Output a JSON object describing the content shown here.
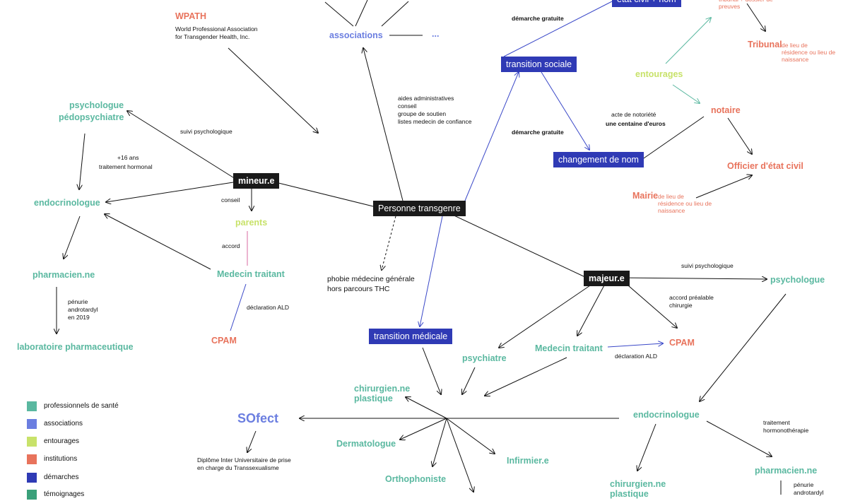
{
  "top": {
    "wpath_title": "WPATH",
    "wpath_desc": "World Professional Association\nfor Transgender Health, Inc.",
    "associations": "associations",
    "dots": "...",
    "etat_civil": "état civil + nom",
    "demarche_gratuite_top": "démarche gratuite"
  },
  "center": {
    "personne": "Personne transgenre",
    "aides": "aides administratives\nconseil\ngroupe de soutien\nlistes medecin de confiance",
    "phobie": "phobie médecine générale\nhors parcours THC"
  },
  "social": {
    "transition_sociale": "transition sociale",
    "demarche_gratuite": "démarche gratuite",
    "changement_nom": "changement de nom",
    "acte": "acte de notoriété",
    "centaine": "une centaine d'euros",
    "entourages": "entourages",
    "notaire": "notaire",
    "officier": "Officier d'état civil",
    "mairie": "Mairie",
    "mairie_detail": "de lieu de\nrésidence ou lieu de\nnaissance",
    "tribunal": "Tribunal",
    "tribunal_detail": "de lieu de\nrésidence ou lieu de\nnaissance",
    "tribunal_top": "tribunal + dossier de\npreuves"
  },
  "mineur": {
    "label": "mineur.e",
    "psychologue": "psychologue",
    "pedopsy": "pédopsychiatre",
    "suivi": "suivi psychologique",
    "seize": "+16 ans",
    "traitement": "traitement hormonal",
    "endocrinologue": "endocrinologue",
    "conseil": "conseil",
    "parents": "parents",
    "accord": "accord",
    "medecin": "Medecin traitant",
    "pharmacien": "pharmacien.ne",
    "penurie": "pénurie\nandrotardyl\nen 2019",
    "labo": "laboratoire pharmaceutique",
    "cpam": "CPAM",
    "declaration": "déclaration ALD"
  },
  "majeur": {
    "label": "majeur.e",
    "suivi": "suivi psychologique",
    "psychologue": "psychologue",
    "accord": "accord préalable\nchirurgie",
    "psychiatre": "psychiatre",
    "medecin": "Medecin traitant",
    "cpam": "CPAM",
    "declaration": "déclaration ALD",
    "endocrinologue": "endocrinologue",
    "traitement": "traitement\nhormonothérapie",
    "pharmacien": "pharmacien.ne",
    "penurie": "pénurie\nandrotardyl",
    "chirurgien": "chirurgien.ne\nplastique"
  },
  "medical": {
    "transition": "transition médicale",
    "chirurgien": "chirurgien.ne\nplastique",
    "sofect": "SOfect",
    "diplome": "Diplôme Inter Universitaire de prise\nen charge du Transsexualisme",
    "dermato": "Dermatologue",
    "ortho": "Orthophoniste",
    "infirmier": "Infirmier.e"
  },
  "legend": [
    {
      "label": "professionnels de santé",
      "color": "#5ab8a0"
    },
    {
      "label": "associations",
      "color": "#6b7ee0"
    },
    {
      "label": "entourages",
      "color": "#c8e26a"
    },
    {
      "label": "institutions",
      "color": "#e8735c"
    },
    {
      "label": "démarches",
      "color": "#2f3ab5"
    },
    {
      "label": "témoignages",
      "color": "#3aa07a"
    }
  ]
}
